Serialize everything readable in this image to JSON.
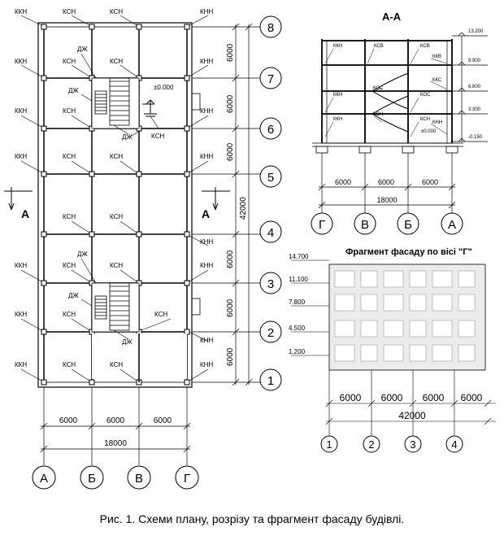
{
  "plan": {
    "labels": {
      "kkn": "ККН",
      "ksn": "КСН",
      "knn": "КНН",
      "dzh": "ДЖ",
      "level_zero": "±0.000",
      "section_mark": "А"
    },
    "row_axes": [
      "1",
      "2",
      "3",
      "4",
      "5",
      "6",
      "7",
      "8"
    ],
    "col_axes": [
      "А",
      "Б",
      "В",
      "Г"
    ],
    "bay_dims": [
      "6000",
      "6000",
      "6000"
    ],
    "total_width": "18000",
    "row_spacing": "6000",
    "total_length": "42000"
  },
  "section": {
    "title": "А-А",
    "labels": {
      "kkn": "ККН",
      "ksv": "КСВ",
      "kkv": "ККВ",
      "kks": "ККС",
      "kos": "КОС",
      "ksn": "КСН",
      "knn": "КНН"
    },
    "levels": [
      "13.200",
      "9.900",
      "6.600",
      "3.300",
      "±0.000",
      "-0.150"
    ],
    "bay_dims": [
      "6000",
      "6000",
      "6000"
    ],
    "total": "18000",
    "axes": [
      "Г",
      "В",
      "Б",
      "А"
    ]
  },
  "facade": {
    "title": "Фрагмент фасаду по вісі \"Г\"",
    "levels": [
      "14.700",
      "11.100",
      "7.800",
      "4.500",
      "1.200"
    ],
    "bay_dims": [
      "6000",
      "6000",
      "6000",
      "6000"
    ],
    "total": "42000",
    "axes": [
      "1",
      "2",
      "3",
      "4"
    ]
  },
  "caption": "Рис. 1. Схеми плану, розрізу та фрагмент фасаду будівлі."
}
